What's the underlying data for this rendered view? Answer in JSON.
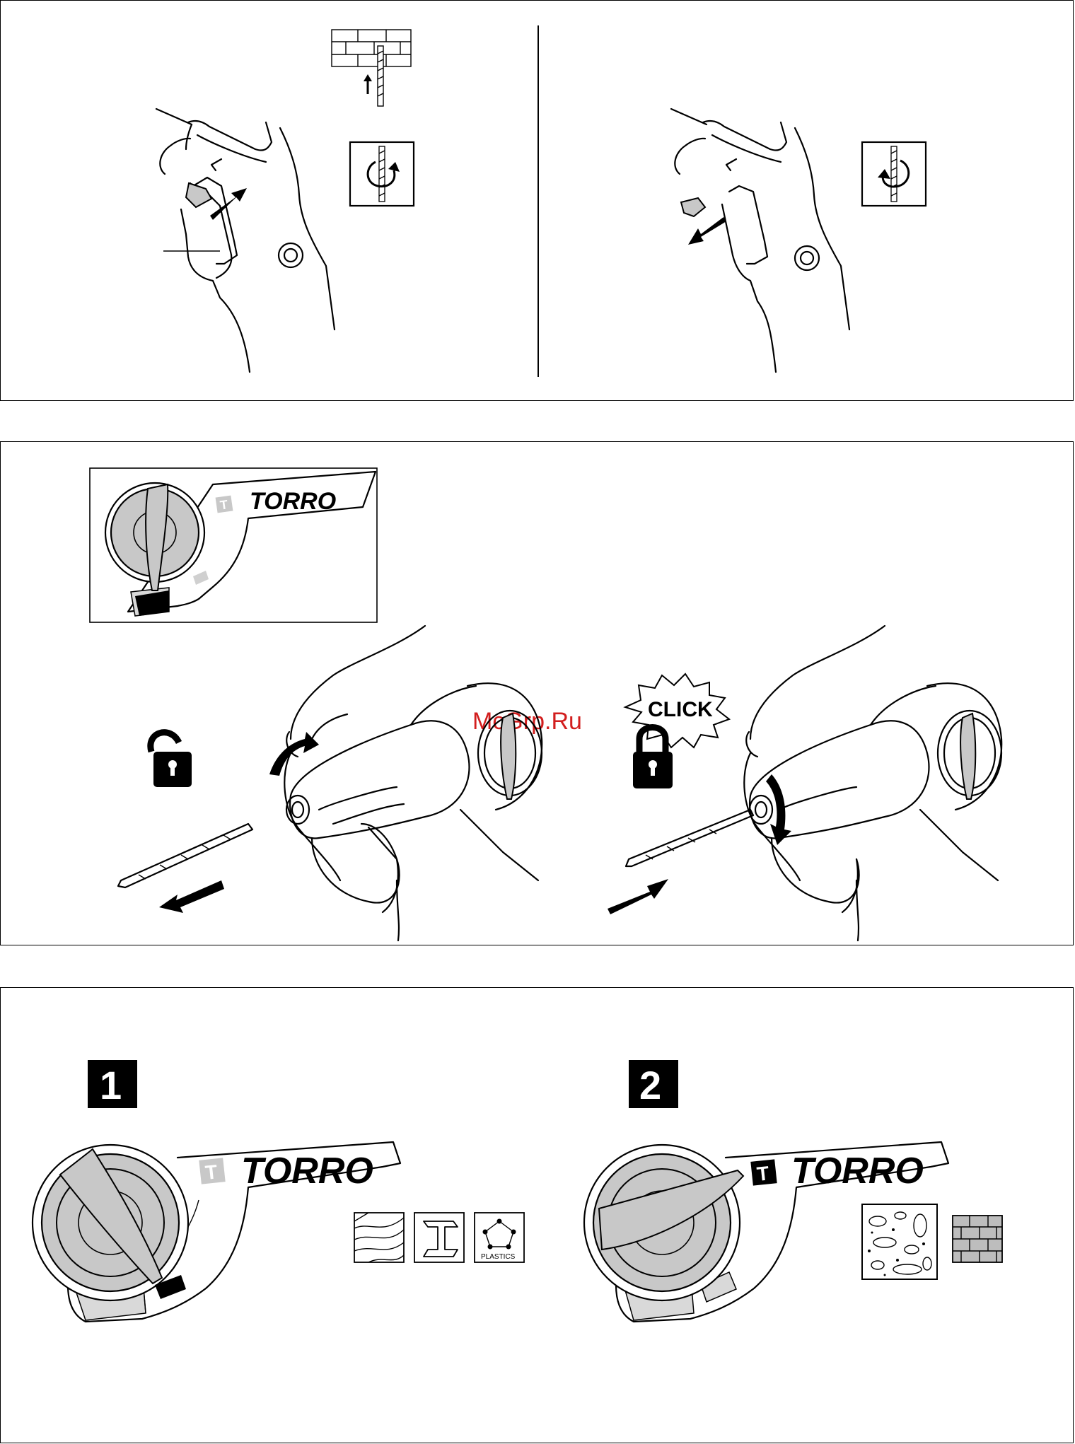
{
  "watermark": "McGrp.Ru",
  "brand": "TORRO",
  "click_label": "CLICK",
  "material_labels": {
    "plastics": "PLASTICS"
  },
  "mode_badge_letter": "T",
  "steps": [
    {
      "number": "1"
    },
    {
      "number": "2"
    }
  ],
  "icons": {
    "rotation_right": "clockwise-rotation-icon",
    "rotation_left": "counterclockwise-rotation-icon",
    "unlock": "open-padlock-icon",
    "lock": "closed-padlock-icon",
    "wood": "wood-grain-icon",
    "steel": "i-beam-icon",
    "plastics": "pentagon-molecule-icon",
    "concrete": "concrete-aggregate-icon",
    "brick": "brick-wall-icon"
  },
  "colors": {
    "line": "#000000",
    "fill_gray": "#c8c8c8",
    "watermark": "#d21e1e"
  }
}
